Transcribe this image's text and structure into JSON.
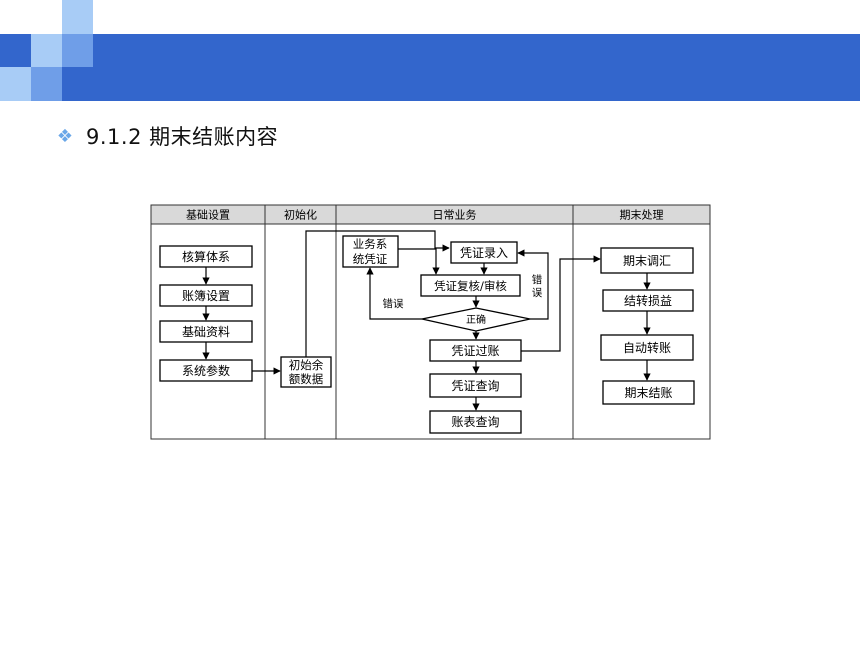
{
  "slide": {
    "bullet_icon": "diamond-bullet-icon",
    "title": "9.1.2  期末结账内容"
  },
  "diagram": {
    "lanes": [
      "基础设置",
      "初始化",
      "日常业务",
      "期末处理"
    ],
    "setup": [
      "核算体系",
      "账簿设置",
      "基础资料",
      "系统参数"
    ],
    "init": [
      "初始余",
      "额数据"
    ],
    "daily": {
      "source_line1": "业务系",
      "source_line2": "统凭证",
      "entry": "凭证录入",
      "review": "凭证复核/审核",
      "decision": "正确",
      "error_left": "错误",
      "error_right_1": "错",
      "error_right_2": "误",
      "posting": "凭证过账",
      "query": "凭证查询",
      "report": "账表查询"
    },
    "period_end": [
      "期末调汇",
      "结转损益",
      "自动转账",
      "期末结账"
    ]
  }
}
